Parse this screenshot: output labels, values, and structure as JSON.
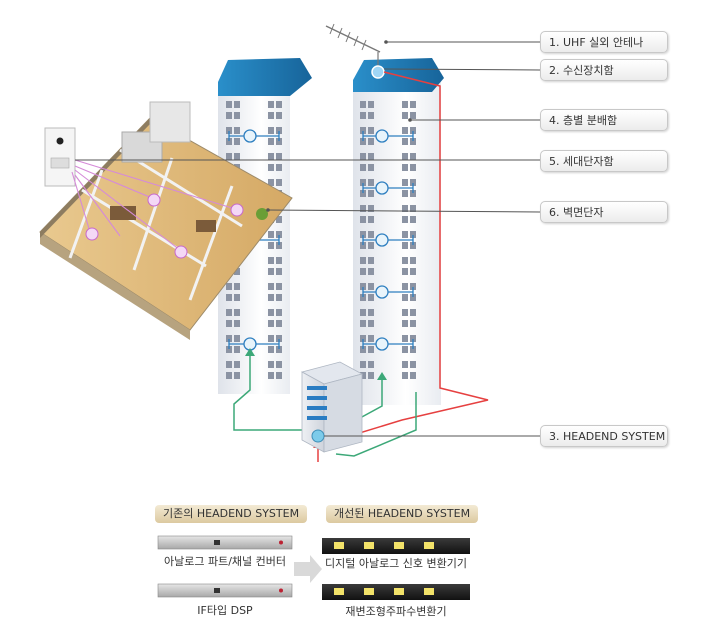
{
  "callouts": {
    "antenna": "1. UHF 실외 안테나",
    "receiver": "2. 수신장치함",
    "floor_splitter": "4. 층별 분배함",
    "unit_box": "5. 세대단자함",
    "wall_outlet": "6. 벽면단자",
    "headend": "3. HEADEND SYSTEM"
  },
  "comparison": {
    "legacy_title": "기존의 HEADEND SYSTEM",
    "improved_title": "개선된 HEADEND SYSTEM",
    "legacy_items": [
      "아날로그 파트/채널 컨버터",
      "IF타입 DSP"
    ],
    "improved_items": [
      "디지털 아날로그 신호 변환기기",
      "재변조형주파수변환기"
    ]
  },
  "colors": {
    "roof": "#1f7bb5",
    "signal_red": "#e64040",
    "signal_green": "#3ca878",
    "outlet_pink": "#d58ad8",
    "splitter_blue": "#2e7fc0"
  }
}
